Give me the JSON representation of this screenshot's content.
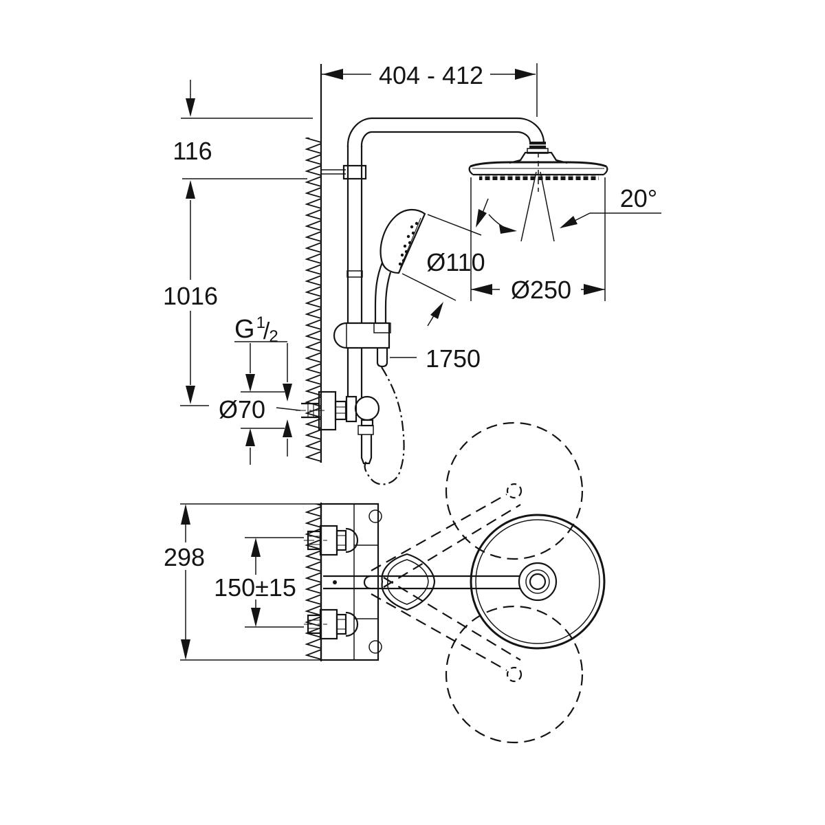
{
  "meta": {
    "kind": "technical dimension drawing",
    "subject": "wall-mounted shower system with head shower, hand shower and thermostat valve",
    "views": [
      "front elevation",
      "plan view"
    ],
    "ink_color": "#141414",
    "paper_color": "#ffffff"
  },
  "dimensions": {
    "top_span": "404 - 412",
    "head_drop": "116",
    "rail_height": "1016",
    "thread_g": "G",
    "thread_num": "1",
    "thread_slash": "/",
    "thread_den": "2",
    "escutcheon_dia": "Ø70",
    "hand_shower_dia": "Ø110",
    "head_shower_dia": "Ø250",
    "hose_length": "1750",
    "spray_angle": "20°",
    "plate_height": "298",
    "inlet_spacing": "150±15"
  }
}
